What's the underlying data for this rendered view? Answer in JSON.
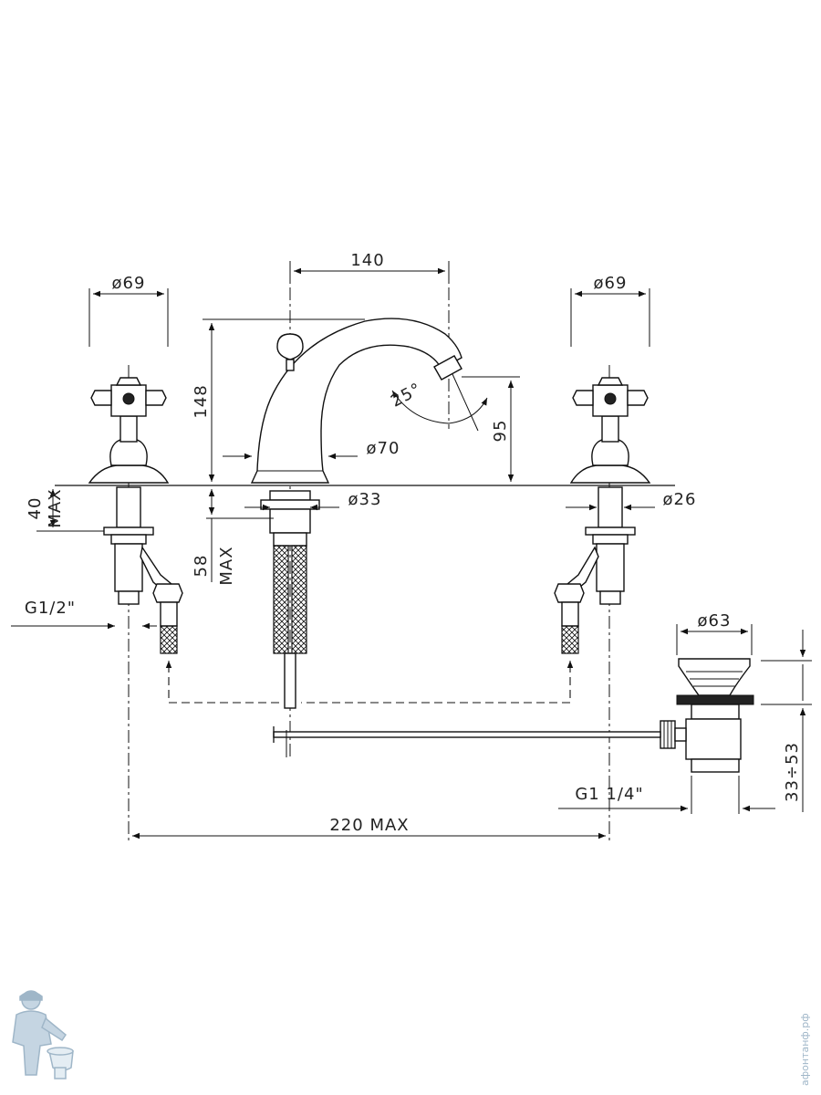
{
  "drawing": {
    "dimensions": {
      "spout_centers": "140",
      "handle_left_diameter": "ø69",
      "handle_right_diameter": "ø69",
      "spout_height": "148",
      "spout_angle": "25°",
      "spout_outlet_height": "95",
      "spout_base_diameter": "ø70",
      "spout_shank_diameter": "ø33",
      "valve_shank_diameter": "ø26",
      "valve_thickness_value": "40",
      "valve_thickness_suffix": "MAX",
      "spout_thickness_value": "58",
      "spout_thickness_suffix": "MAX",
      "inlet_thread": "G1/2\"",
      "overall_width": "220  MAX",
      "waste_diameter": "ø63",
      "waste_thread": "G1  1/4\"",
      "waste_range": "33÷53"
    }
  },
  "watermark": {
    "text": "афонтанф.рф"
  },
  "colors": {
    "line": "#111111",
    "background": "#ffffff",
    "logo": "#9fb6c8"
  },
  "icons": {
    "logo": "plumber-logo-icon"
  }
}
